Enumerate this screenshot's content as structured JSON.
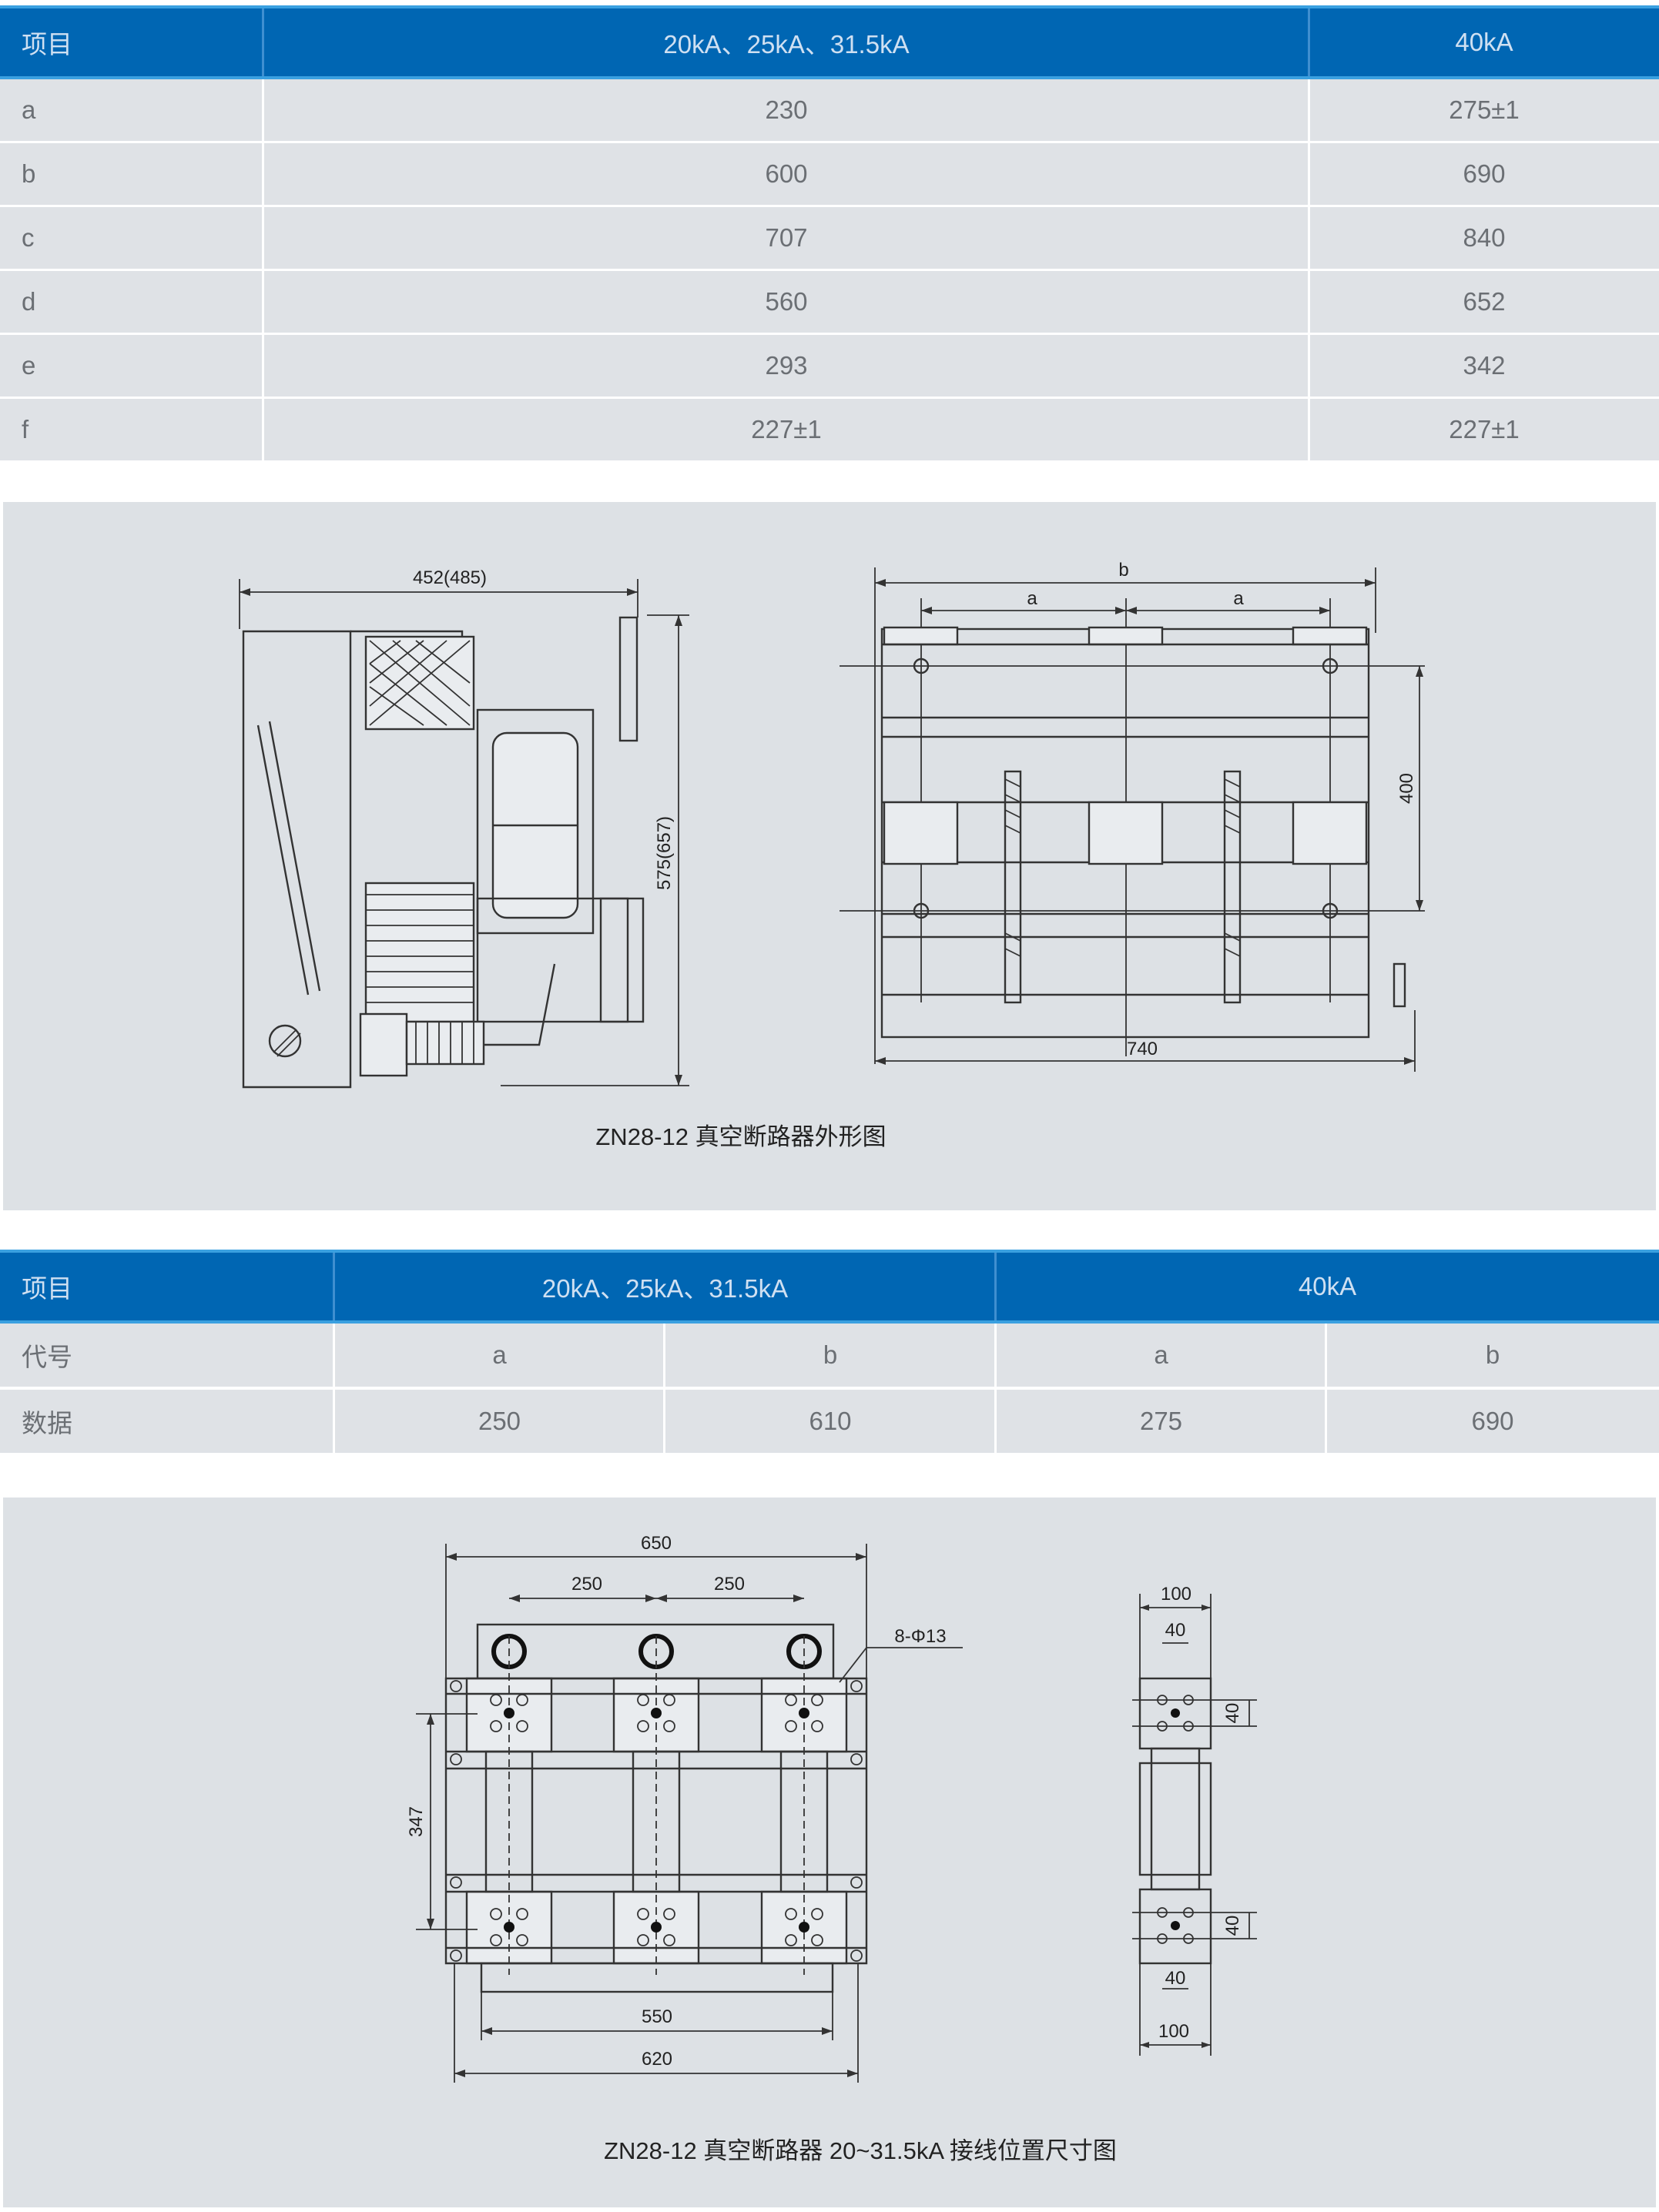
{
  "table1": {
    "headers": [
      "项目",
      "20kA、25kA、31.5kA",
      "40kA"
    ],
    "rows": [
      [
        "a",
        "230",
        "275±1"
      ],
      [
        "b",
        "600",
        "690"
      ],
      [
        "c",
        "707",
        "840"
      ],
      [
        "d",
        "560",
        "652"
      ],
      [
        "e",
        "293",
        "342"
      ],
      [
        "f",
        "227±1",
        "227±1"
      ]
    ]
  },
  "figure1": {
    "side_width": "452(485)",
    "side_height": "575(657)",
    "front_b": "b",
    "front_a1": "a",
    "front_a2": "a",
    "front_400": "400",
    "front_740": "740",
    "caption": "ZN28-12 真空断路器外形图"
  },
  "table2": {
    "headers": [
      "项目",
      "20kA、25kA、31.5kA",
      "40kA"
    ],
    "code_row": {
      "label": "代号",
      "values": [
        "a",
        "b",
        "a",
        "b"
      ]
    },
    "data_row": {
      "label": "数据",
      "values": [
        "250",
        "610",
        "275",
        "690"
      ]
    }
  },
  "figure2": {
    "dim_650": "650",
    "dim_250_left": "250",
    "dim_250_right": "250",
    "hole_note": "8-Φ13",
    "dim_347": "347",
    "dim_550": "550",
    "dim_620": "620",
    "side_100_top": "100",
    "side_40_top": "40",
    "side_40_right_top": "40",
    "side_40_right_bottom": "40",
    "side_40_bottom": "40",
    "side_100_bottom": "100",
    "caption": "ZN28-12 真空断路器 20~31.5kA 接线位置尺寸图"
  }
}
